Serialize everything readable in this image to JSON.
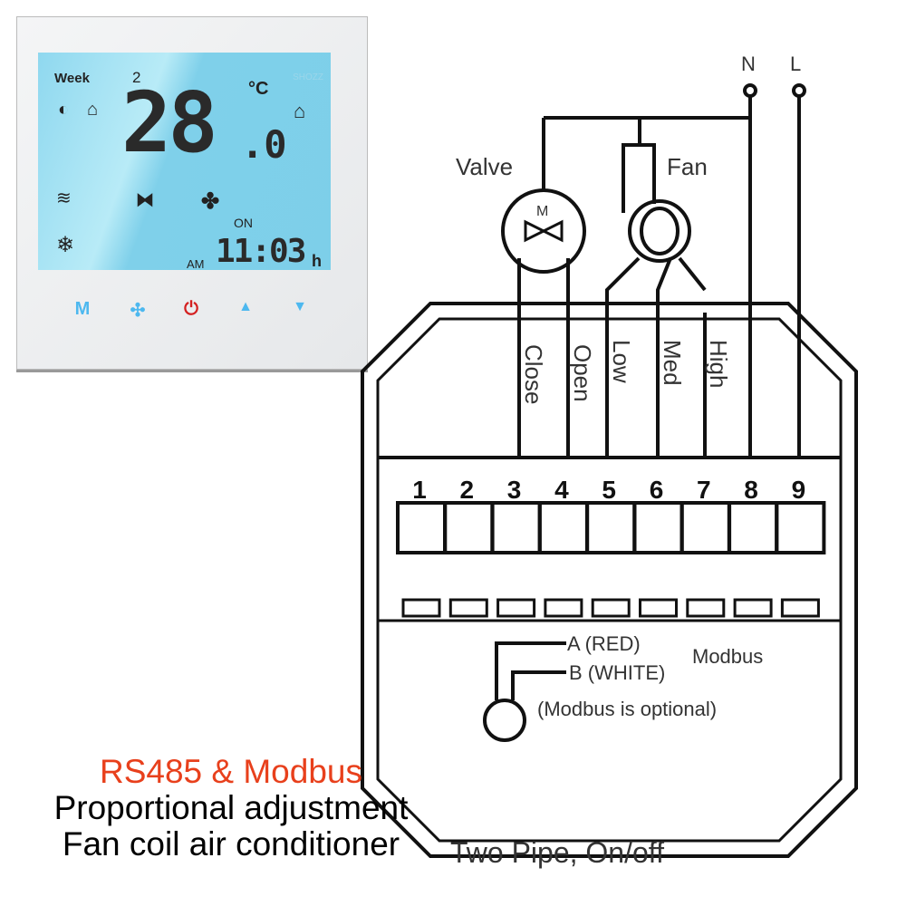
{
  "thermostat": {
    "week_label": "Week",
    "week_day": "2",
    "brand": "SHOZZ",
    "unit": "°C",
    "temp_int": "28",
    "temp_dec": ".0",
    "on_label": "ON",
    "ampm": "AM",
    "time": "11:03",
    "time_suffix": "h",
    "buttons": [
      {
        "label": "M"
      },
      {
        "label": "✣"
      },
      {
        "label": "⏻"
      },
      {
        "label": "▲"
      },
      {
        "label": "▼"
      }
    ]
  },
  "diagram": {
    "N": "N",
    "L": "L",
    "valve": "Valve",
    "fan": "Fan",
    "valve_m": "M",
    "wire_labels": [
      "Close",
      "Open",
      "Low",
      "Med",
      "High"
    ],
    "terminals": [
      "1",
      "2",
      "3",
      "4",
      "5",
      "6",
      "7",
      "8",
      "9"
    ],
    "modbus_a": "A (RED)",
    "modbus_b": "B (WHITE)",
    "modbus": "Modbus",
    "modbus_note": "(Modbus is optional)",
    "caption": "Two Pipe, On/off"
  },
  "headline": {
    "line1": "RS485 & Modbus",
    "line2": "Proportional adjustment",
    "line3": "Fan coil air conditioner",
    "accent": "#e8401c"
  }
}
